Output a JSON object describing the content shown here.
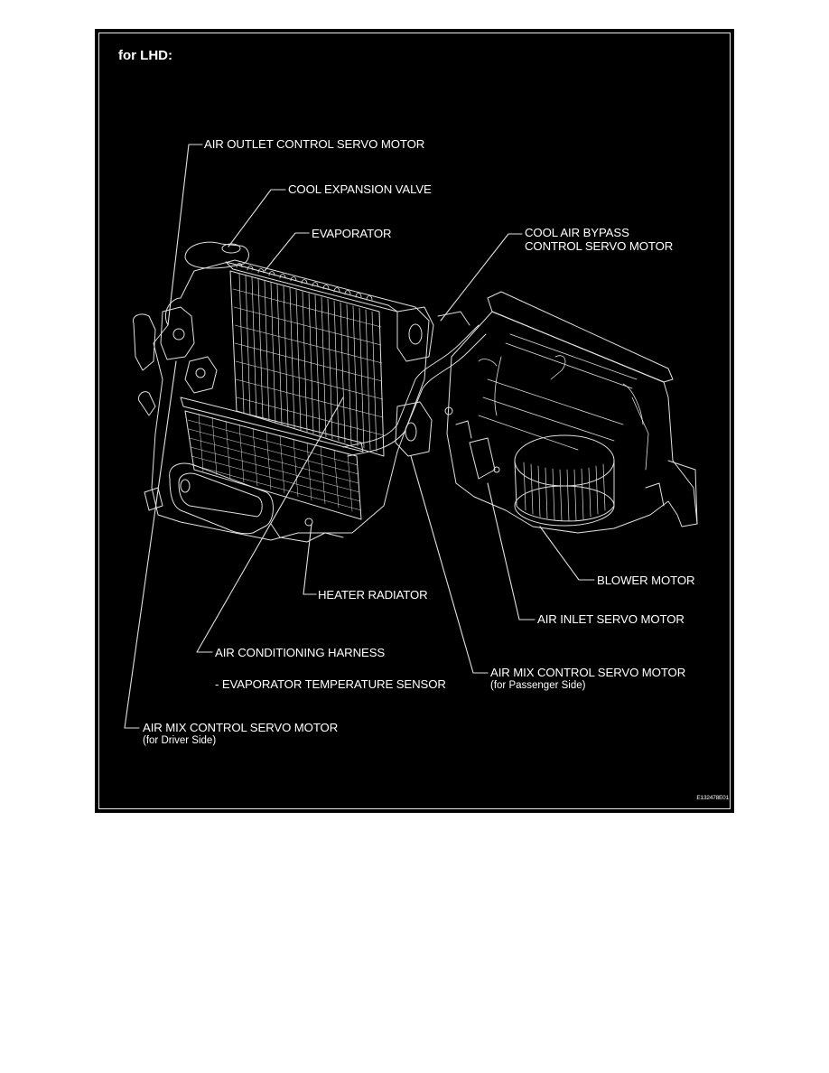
{
  "diagram": {
    "title": "for LHD:",
    "figure_code": "E132478E01",
    "background_color": "#000000",
    "line_color": "#e8e8e8",
    "labels": [
      {
        "id": "air-outlet-servo",
        "text": "AIR OUTLET CONTROL SERVO MOTOR"
      },
      {
        "id": "cool-expansion-valve",
        "text": "COOL EXPANSION VALVE"
      },
      {
        "id": "evaporator",
        "text": "EVAPORATOR"
      },
      {
        "id": "cool-air-bypass",
        "text": "COOL AIR BYPASS",
        "line2": "CONTROL SERVO MOTOR"
      },
      {
        "id": "blower-motor",
        "text": "BLOWER MOTOR"
      },
      {
        "id": "air-inlet-servo",
        "text": "AIR INLET SERVO MOTOR"
      },
      {
        "id": "heater-radiator",
        "text": "HEATER RADIATOR"
      },
      {
        "id": "ac-harness",
        "text": "AIR CONDITIONING HARNESS"
      },
      {
        "id": "evap-temp-sensor",
        "text": "- EVAPORATOR TEMPERATURE SENSOR"
      },
      {
        "id": "air-mix-passenger",
        "text": "AIR MIX CONTROL SERVO MOTOR",
        "sub": "(for Passenger Side)"
      },
      {
        "id": "air-mix-driver",
        "text": "AIR MIX CONTROL SERVO MOTOR",
        "sub": "(for Driver Side)"
      }
    ]
  }
}
